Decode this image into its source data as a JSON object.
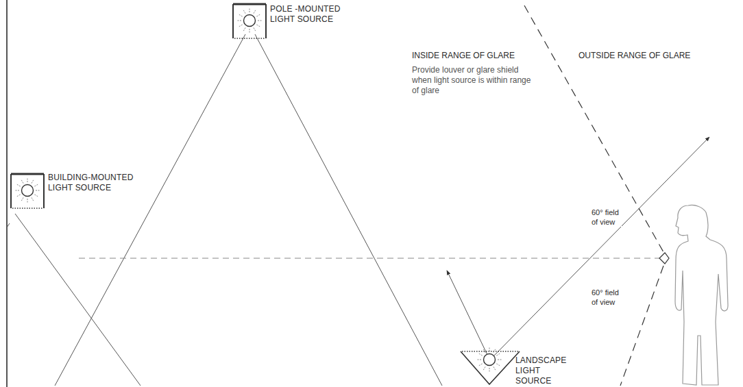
{
  "diagram": {
    "nodes": [
      {
        "text": [
          "POLE -MOUNTED LIGHT SOURCE"
        ]
      },
      {
        "text": [
          "BUILDING-MOUNTED LIGHT SOURCE"
        ]
      },
      {
        "text": [
          "LANDSCAPE LIGHT SOURCE"
        ]
      }
    ],
    "labels": [
      "INSIDE RANGE OF GLARE",
      "Provide louver or glare shield when light source is within range of glare",
      "OUTSIDE RANGE OF GLARE",
      "60° field of view",
      "60° field of view"
    ]
  }
}
